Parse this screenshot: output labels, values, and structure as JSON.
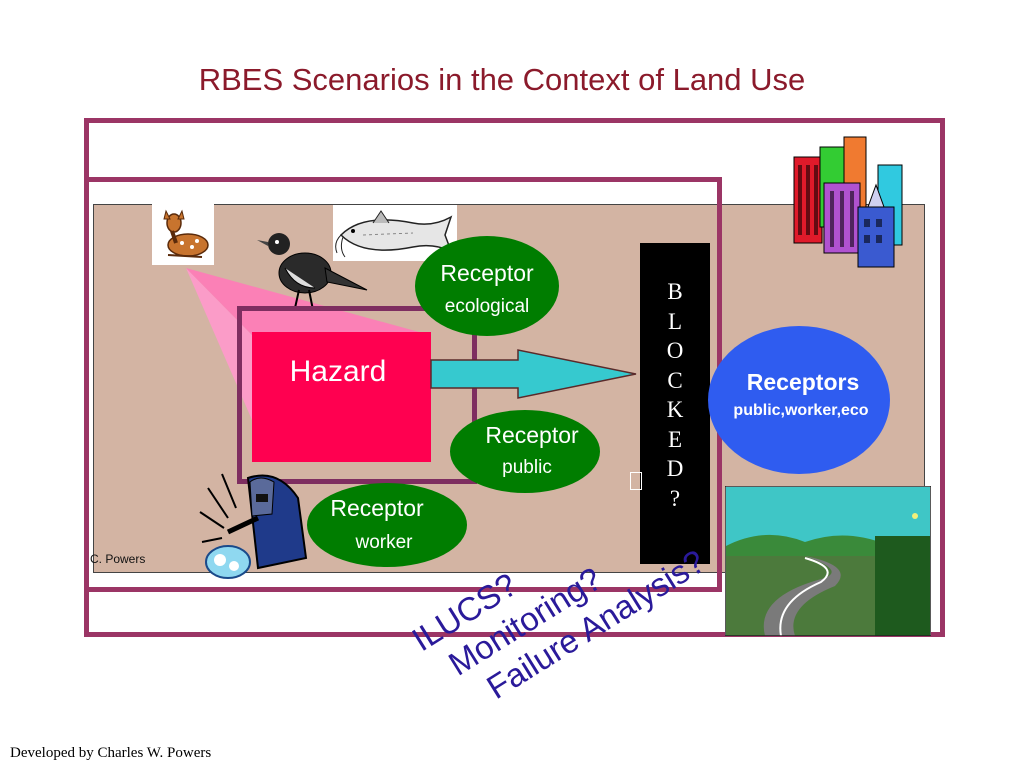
{
  "title": "RBES Scenarios in the Context of Land Use",
  "hazard": {
    "label": "Hazard"
  },
  "receptors": {
    "ecological": {
      "line1": "Receptor",
      "line2": "ecological"
    },
    "public": {
      "line1": "Receptor",
      "line2": "public"
    },
    "worker": {
      "line1": "Receptor",
      "line2": "worker"
    },
    "combined": {
      "line1": "Receptors",
      "line2": "public,worker,eco"
    }
  },
  "blocked": {
    "letters": [
      "B",
      "L",
      "O",
      "C",
      "K",
      "E",
      "D",
      "?"
    ]
  },
  "questions": [
    "ILUCS?",
    "Monitoring?",
    "Failure Analysis?"
  ],
  "credit_small": "C. Powers",
  "footer": "Developed by Charles W. Powers",
  "images": [
    "deer",
    "robin-bird",
    "catfish",
    "city-buildings",
    "welder",
    "country-road-landscape"
  ],
  "colors": {
    "title": "#8b1a2b",
    "frame": "#9b3565",
    "panel": "#d3b4a3",
    "hazard": "#ff0050",
    "receptor_green": "#007d00",
    "receptors_blue": "#2f5cf0",
    "arrow": "#36c9cf",
    "pink_beam": "#ff99cc",
    "questions": "#2a1a9a"
  }
}
